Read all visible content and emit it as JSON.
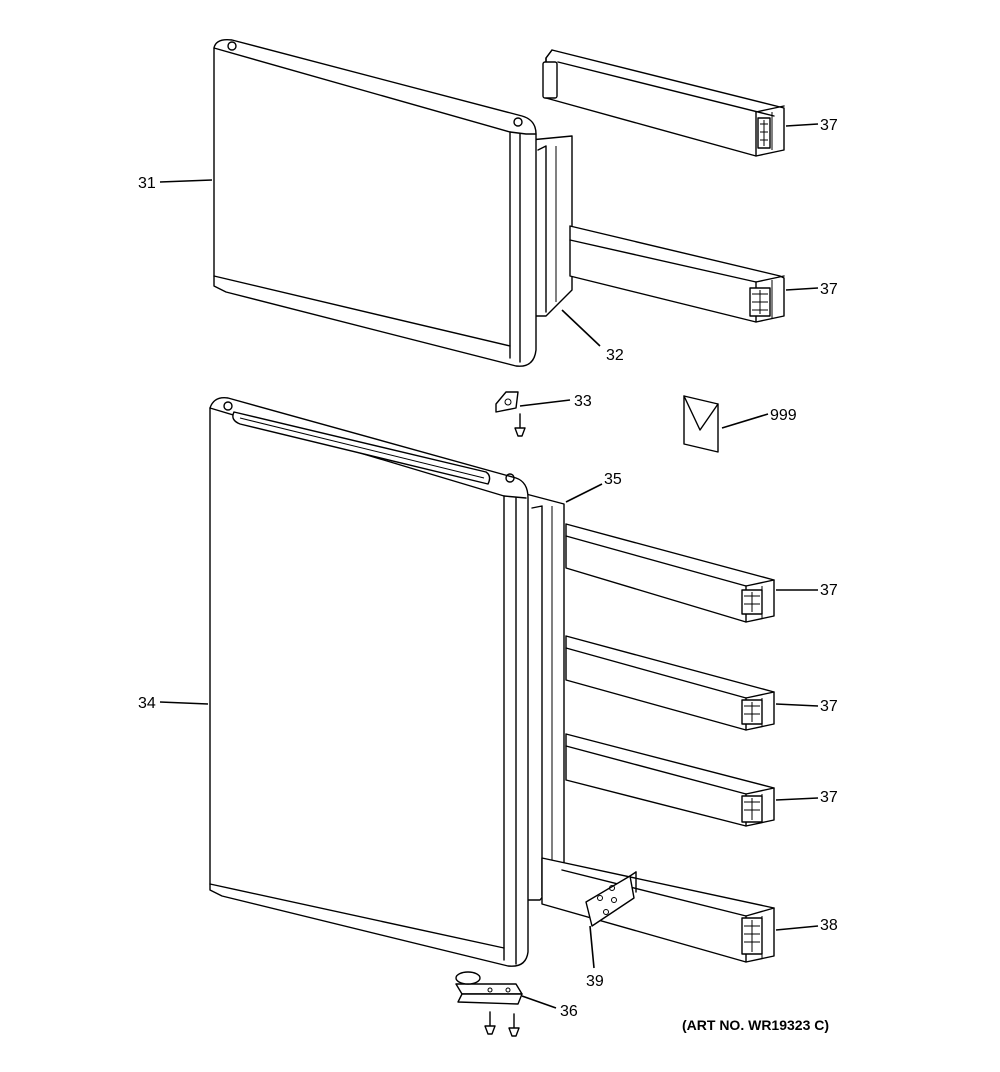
{
  "labels": {
    "p31": "31",
    "p32": "32",
    "p33": "33",
    "p34": "34",
    "p35": "35",
    "p36": "36",
    "p37a": "37",
    "p37b": "37",
    "p37c": "37",
    "p37d": "37",
    "p37e": "37",
    "p38": "38",
    "p39": "39",
    "p999": "999"
  },
  "art_number": "(ART NO. WR19323 C)"
}
